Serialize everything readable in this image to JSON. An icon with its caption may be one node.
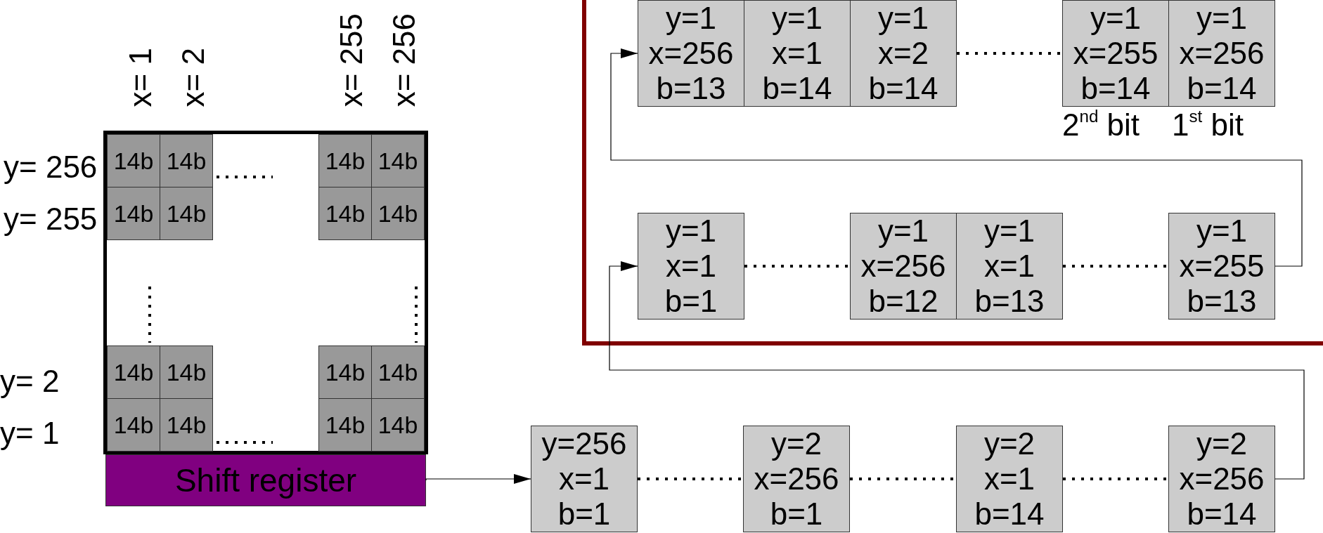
{
  "diagram": {
    "nodes": [
      {
        "text": [],
        "shape": "box"
      },
      {
        "text": [
          "14b"
        ],
        "in": 0
      },
      {
        "text": [
          "14b"
        ],
        "in": 0
      },
      {
        "text": [
          "14b"
        ],
        "in": 0
      },
      {
        "text": [
          "14b"
        ],
        "in": 0
      },
      {
        "text": [
          "14b"
        ],
        "in": 0
      },
      {
        "text": [
          "14b"
        ],
        "in": 0
      },
      {
        "text": [
          "14b"
        ],
        "in": 0
      },
      {
        "text": [
          "14b"
        ],
        "in": 0
      },
      {
        "text": [
          "14b"
        ],
        "in": 0
      },
      {
        "text": [
          "14b"
        ],
        "in": 0
      },
      {
        "text": [
          "14b"
        ],
        "in": 0
      },
      {
        "text": [
          "14b"
        ],
        "in": 0
      },
      {
        "text": [
          "14b"
        ],
        "in": 0
      },
      {
        "text": [
          "14b"
        ],
        "in": 0
      },
      {
        "text": [
          "14b"
        ],
        "in": 0
      },
      {
        "text": [
          "14b"
        ],
        "in": 0
      },
      {
        "text": [
          "Shift register"
        ]
      },
      {
        "text": [],
        "shape": "box"
      },
      {
        "text": [
          "y=1",
          "x=256",
          "b=13"
        ],
        "in": 18
      },
      {
        "text": [
          "y=1",
          "x=1",
          "b=14"
        ],
        "in": 18
      },
      {
        "text": [
          "y=1",
          "x=2",
          "b=14"
        ],
        "in": 18
      },
      {
        "text": [
          "y=1",
          "x=255",
          "b=14"
        ],
        "in": 18
      },
      {
        "text": [
          "y=1",
          "x=256",
          "b=14"
        ],
        "in": 18
      },
      {
        "text": [
          "y=1",
          "x=1",
          "b=1"
        ],
        "in": 18
      },
      {
        "text": [
          "y=1",
          "x=256",
          "b=12"
        ],
        "in": 18
      },
      {
        "text": [
          "y=1",
          "x=1",
          "b=13"
        ],
        "in": 18
      },
      {
        "text": [
          "y=1",
          "x=255",
          "b=13"
        ],
        "in": 18
      },
      {
        "text": [
          "y=256",
          "x=1",
          "b=1"
        ]
      },
      {
        "text": [
          "y=2",
          "x=256",
          "b=1"
        ]
      },
      {
        "text": [
          "y=2",
          "x=1",
          "b=14"
        ]
      },
      {
        "text": [
          "y=2",
          "x=256",
          "b=14"
        ]
      }
    ],
    "edges": [
      {
        "from": 17,
        "to": 28,
        "arrow": "to"
      },
      {
        "from": 31,
        "to": 24,
        "arrow": "to"
      },
      {
        "from": 27,
        "to": 19,
        "arrow": "to"
      },
      {
        "from": 21,
        "to": 22,
        "arrow": "none",
        "style": "dashed"
      },
      {
        "from": 24,
        "to": 25,
        "arrow": "none",
        "style": "dashed"
      },
      {
        "from": 26,
        "to": 27,
        "arrow": "none",
        "style": "dashed"
      },
      {
        "from": 28,
        "to": 29,
        "arrow": "none",
        "style": "dashed"
      },
      {
        "from": 29,
        "to": 30,
        "arrow": "none",
        "style": "dashed"
      },
      {
        "from": 30,
        "to": 31,
        "arrow": "none",
        "style": "dashed"
      }
    ],
    "labels": [
      "x= 1",
      "x= 2",
      "x= 255",
      "x= 256",
      "y= 256",
      "y= 255",
      "y= 2",
      "y= 1",
      "2$^{nd}$ bit",
      "1$^{st}$ bit"
    ]
  }
}
